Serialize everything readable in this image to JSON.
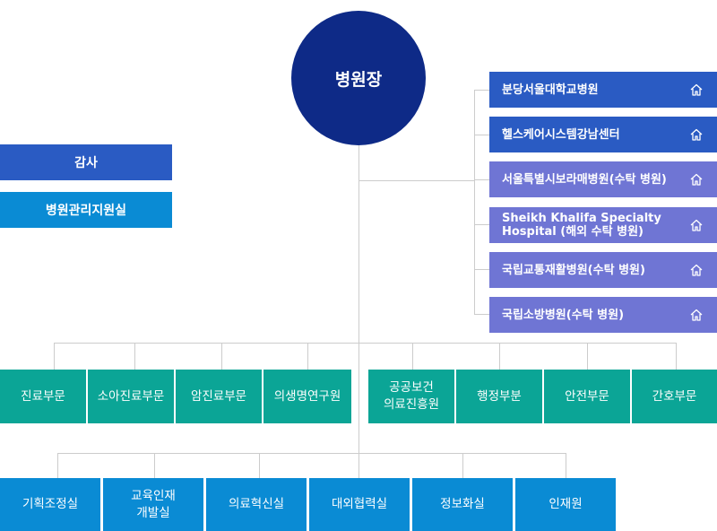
{
  "root": {
    "label": "병원장"
  },
  "side_units": [
    {
      "label": "감사"
    },
    {
      "label": "병원관리지원실"
    }
  ],
  "affiliates": [
    {
      "label": "분당서울대학교병원",
      "icon": "home-icon"
    },
    {
      "label": "헬스케어시스템강남센터",
      "icon": "home-icon"
    },
    {
      "label": "서울특별시보라매병원(수탁 병원)",
      "icon": "home-icon"
    },
    {
      "label_line1": "Sheikh Khalifa Specialty",
      "label_line2": "Hospital (해외 수탁 병원)",
      "icon": "home-icon"
    },
    {
      "label": "국립교통재활병원(수탁 병원)",
      "icon": "home-icon"
    },
    {
      "label": "국립소방병원(수탁 병원)",
      "icon": "home-icon"
    }
  ],
  "divisions": [
    {
      "label": "진료부문"
    },
    {
      "label": "소아진료부문"
    },
    {
      "label": "암진료부문"
    },
    {
      "label": "의생명연구원"
    },
    {
      "label_line1": "공공보건",
      "label_line2": "의료진흥원"
    },
    {
      "label": "행정부분"
    },
    {
      "label": "안전부문"
    },
    {
      "label": "간호부문"
    }
  ],
  "offices": [
    {
      "label": "기획조정실"
    },
    {
      "label_line1": "교육인재",
      "label_line2": "개발실"
    },
    {
      "label": "의료혁신실"
    },
    {
      "label": "대외협력실"
    },
    {
      "label": "정보화실"
    },
    {
      "label": "인재원"
    }
  ],
  "colors": {
    "root": "#0e2a87",
    "blue": "#2a5bc3",
    "purple": "#6f75d4",
    "teal": "#0ba596",
    "sky": "#0a8bd4",
    "line": "#cccccc"
  }
}
